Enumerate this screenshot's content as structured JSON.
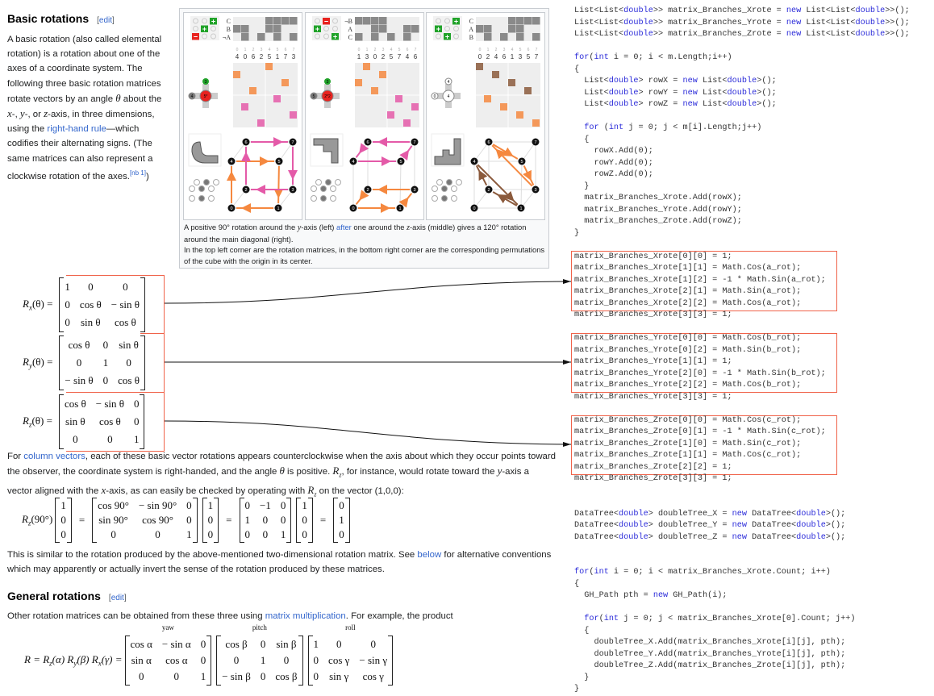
{
  "section1": {
    "heading": "Basic rotations",
    "edit_open": "[",
    "edit_label": "edit",
    "edit_close": "]",
    "intro": {
      "t1": "A basic rotation (also called elemental rotation) is a rotation about one of the axes of a coordinate system. The following three basic rotation matrices rotate vectors by an angle ",
      "theta": "θ",
      "t2": " about the ",
      "x": "x",
      "t3": "-, ",
      "y": "y",
      "t4": "-, or ",
      "z": "z",
      "t5": "-axis, in three dimensions, using the ",
      "link": "right-hand rule",
      "t6": "—which codifies their alternating signs. (The same matrices can also represent a clockwise rotation of the axes.",
      "note": "[nb 1]",
      "t7": ")"
    }
  },
  "figure": {
    "caption_a": "A positive 90° rotation around the ",
    "caption_y": "y",
    "caption_b": "-axis (left) ",
    "caption_link": "after",
    "caption_c": " one around the ",
    "caption_z": "z",
    "caption_d": "-axis (middle) gives a 120° rotation around the main diagonal (right).",
    "caption_line2": "In the top left corner are the rotation matrices, in the bottom right corner are the corresponding permutations of the cube with the origin in its center.",
    "index_labels": [
      "0",
      "1",
      "2",
      "3",
      "4",
      "5",
      "6",
      "7"
    ],
    "colors": {
      "orange": "#f5883f",
      "pink": "#e45aa8",
      "brown": "#8b5a3c",
      "green": "#21a32a",
      "red": "#e8231f"
    },
    "panels": [
      {
        "row_labels": [
          "C",
          "B",
          "¬A"
        ],
        "perm": [
          "4",
          "0",
          "6",
          "2",
          "5",
          "1",
          "7",
          "3"
        ],
        "axis_top": "3",
        "axis_left": "4",
        "axis_center": "5*"
      },
      {
        "row_labels": [
          "¬B",
          "A",
          "C"
        ],
        "perm": [
          "1",
          "3",
          "0",
          "2",
          "5",
          "7",
          "4",
          "6"
        ],
        "axis_top": "3",
        "axis_left": "5",
        "axis_center": "2*2"
      },
      {
        "row_labels": [
          "C",
          "A",
          "B"
        ],
        "perm": [
          "0",
          "2",
          "4",
          "6",
          "1",
          "3",
          "5",
          "7"
        ],
        "axis_top": "4",
        "axis_left": "0",
        "axis_center": "4"
      }
    ]
  },
  "basic_matrices": [
    {
      "lhs_R": "R",
      "lhs_sub": "x",
      "lhs_rest": "(θ) =",
      "rows": [
        [
          "1",
          "0",
          "0"
        ],
        [
          "0",
          "cos θ",
          "− sin θ"
        ],
        [
          "0",
          "sin θ",
          "cos θ"
        ]
      ]
    },
    {
      "lhs_R": "R",
      "lhs_sub": "y",
      "lhs_rest": "(θ) =",
      "rows": [
        [
          "cos θ",
          "0",
          "sin θ"
        ],
        [
          "0",
          "1",
          "0"
        ],
        [
          "− sin θ",
          "0",
          "cos θ"
        ]
      ]
    },
    {
      "lhs_R": "R",
      "lhs_sub": "z",
      "lhs_rest": "(θ) =",
      "rows": [
        [
          "cos θ",
          "− sin θ",
          "0"
        ],
        [
          "sin θ",
          "cos θ",
          "0"
        ],
        [
          "0",
          "0",
          "1"
        ]
      ]
    }
  ],
  "para2": {
    "t1": "For ",
    "link": "column vectors",
    "t2": ", each of these basic vector rotations appears counterclockwise when the axis about which they occur points toward the observer, the coordinate system is right-handed, and the angle ",
    "theta": "θ",
    "t3": " is positive. ",
    "Rz": "R",
    "Rz_sub": "z",
    "t4": ", for instance, would rotate toward the ",
    "y": "y",
    "t5": "-axis a vector aligned with the ",
    "x": "x",
    "t6": "-axis, as can easily be checked by operating with ",
    "Rz2": "R",
    "Rz2_sub": "z",
    "t7": " on the vector (1,0,0):"
  },
  "example_eq": {
    "lhs": "R",
    "lhs_sub": "z",
    "lhs_rest": "(90°)",
    "eq": "=",
    "v1": [
      [
        "1"
      ],
      [
        "0"
      ],
      [
        "0"
      ]
    ],
    "m1": [
      [
        "cos 90°",
        "− sin 90°",
        "0"
      ],
      [
        "sin 90°",
        "cos 90°",
        "0"
      ],
      [
        "0",
        "0",
        "1"
      ]
    ],
    "v2": [
      [
        "1"
      ],
      [
        "0"
      ],
      [
        "0"
      ]
    ],
    "m2": [
      [
        "0",
        "−1",
        "0"
      ],
      [
        "1",
        "0",
        "0"
      ],
      [
        "0",
        "0",
        "1"
      ]
    ],
    "v3": [
      [
        "1"
      ],
      [
        "0"
      ],
      [
        "0"
      ]
    ],
    "v4": [
      [
        "0"
      ],
      [
        "1"
      ],
      [
        "0"
      ]
    ]
  },
  "para3": {
    "t1": "This is similar to the rotation produced by the above-mentioned two-dimensional rotation matrix. See ",
    "link": "below",
    "t2": " for alternative conventions which may apparently or actually invert the sense of the rotation produced by these matrices."
  },
  "section2": {
    "heading": "General rotations",
    "edit_label": "edit",
    "t1": "Other rotation matrices can be obtained from these three using ",
    "link": "matrix multiplication",
    "t2": ". For example, the product"
  },
  "general_eq": {
    "lhs": "R = R",
    "s1": "z",
    "a": "(α) R",
    "s2": "y",
    "b": "(β) R",
    "s3": "x",
    "c": "(γ) =",
    "yaw": {
      "label": "yaw",
      "rows": [
        [
          "cos α",
          "− sin α",
          "0"
        ],
        [
          "sin α",
          "cos α",
          "0"
        ],
        [
          "0",
          "0",
          "1"
        ]
      ]
    },
    "pitch": {
      "label": "pitch",
      "rows": [
        [
          "cos β",
          "0",
          "sin β"
        ],
        [
          "0",
          "1",
          "0"
        ],
        [
          "− sin β",
          "0",
          "cos β"
        ]
      ]
    },
    "roll": {
      "label": "roll",
      "rows": [
        [
          "1",
          "0",
          "0"
        ],
        [
          "0",
          "cos γ",
          "− sin γ"
        ],
        [
          "0",
          "sin γ",
          "cos γ"
        ]
      ]
    }
  },
  "code": {
    "lines": [
      "List<List<double>> matrix_Branches_Xrote = new List<List<double>>();",
      "List<List<double>> matrix_Branches_Yrote = new List<List<double>>();",
      "List<List<double>> matrix_Branches_Zrote = new List<List<double>>();",
      "",
      "for(int i = 0; i < m.Length;i++)",
      "{",
      "  List<double> rowX = new List<double>();",
      "  List<double> rowY = new List<double>();",
      "  List<double> rowZ = new List<double>();",
      "",
      "  for (int j = 0; j < m[i].Length;j++)",
      "  {",
      "    rowX.Add(0);",
      "    rowY.Add(0);",
      "    rowZ.Add(0);",
      "  }",
      "  matrix_Branches_Xrote.Add(rowX);",
      "  matrix_Branches_Yrote.Add(rowY);",
      "  matrix_Branches_Zrote.Add(rowZ);",
      "}",
      "",
      "matrix_Branches_Xrote[0][0] = 1;",
      "matrix_Branches_Xrote[1][1] = Math.Cos(a_rot);",
      "matrix_Branches_Xrote[1][2] = -1 * Math.Sin(a_rot);",
      "matrix_Branches_Xrote[2][1] = Math.Sin(a_rot);",
      "matrix_Branches_Xrote[2][2] = Math.Cos(a_rot);",
      "matrix_Branches_Xrote[3][3] = 1;",
      "",
      "matrix_Branches_Yrote[0][0] = Math.Cos(b_rot);",
      "matrix_Branches_Yrote[0][2] = Math.Sin(b_rot);",
      "matrix_Branches_Yrote[1][1] = 1;",
      "matrix_Branches_Yrote[2][0] = -1 * Math.Sin(b_rot);",
      "matrix_Branches_Yrote[2][2] = Math.Cos(b_rot);",
      "matrix_Branches_Yrote[3][3] = 1;",
      "",
      "matrix_Branches_Zrote[0][0] = Math.Cos(c_rot);",
      "matrix_Branches_Zrote[0][1] = -1 * Math.Sin(c_rot);",
      "matrix_Branches_Zrote[1][0] = Math.Sin(c_rot);",
      "matrix_Branches_Zrote[1][1] = Math.Cos(c_rot);",
      "matrix_Branches_Zrote[2][2] = 1;",
      "matrix_Branches_Zrote[3][3] = 1;",
      "",
      "",
      "DataTree<double> doubleTree_X = new DataTree<double>();",
      "DataTree<double> doubleTree_Y = new DataTree<double>();",
      "DataTree<double> doubleTree_Z = new DataTree<double>();",
      "",
      "",
      "for(int i = 0; i < matrix_Branches_Xrote.Count; i++)",
      "{",
      "  GH_Path pth = new GH_Path(i);",
      "",
      "  for(int j = 0; j < matrix_Branches_Xrote[0].Count; j++)",
      "  {",
      "    doubleTree_X.Add(matrix_Branches_Xrote[i][j], pth);",
      "    doubleTree_Y.Add(matrix_Branches_Yrote[i][j], pth);",
      "    doubleTree_Z.Add(matrix_Branches_Zrote[i][j], pth);",
      "  }",
      "}"
    ],
    "keyword_color": "#2b2bd9",
    "highlight_color": "#f0634a"
  }
}
